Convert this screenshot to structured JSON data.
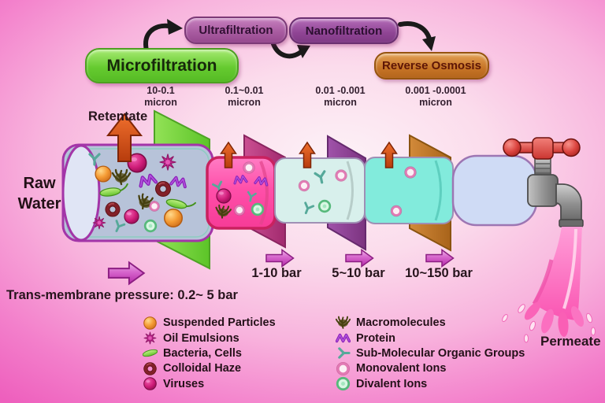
{
  "stages": [
    {
      "name": "Microfiltration",
      "pore_size": "10-0.1",
      "pore_unit": "micron"
    },
    {
      "name": "Ultrafiltration",
      "pore_size": "0.1~0.01",
      "pore_unit": "micron"
    },
    {
      "name": "Nanofiltration",
      "pore_size": "0.01 -0.001",
      "pore_unit": "micron"
    },
    {
      "name": "Reverse Osmosis",
      "pore_size": "0.001 -0.0001",
      "pore_unit": "micron"
    }
  ],
  "flow": {
    "retentate": "Retentate",
    "raw_water": [
      "Raw",
      "Water"
    ],
    "permeate": "Permeate"
  },
  "pressures": {
    "trans_membrane": "Trans-membrane pressure: 0.2~ 5 bar",
    "values": [
      "1-10 bar",
      "5~10 bar",
      "10~150 bar"
    ]
  },
  "legend": {
    "left": [
      {
        "icon": "suspended-particle",
        "label": "Suspended Particles"
      },
      {
        "icon": "oil-emulsion",
        "label": "Oil Emulsions"
      },
      {
        "icon": "bacteria-cell",
        "label": "Bacteria, Cells"
      },
      {
        "icon": "colloidal-haze",
        "label": "Colloidal Haze"
      },
      {
        "icon": "virus",
        "label": "Viruses"
      }
    ],
    "right": [
      {
        "icon": "macromolecule",
        "label": "Macromolecules"
      },
      {
        "icon": "protein",
        "label": "Protein"
      },
      {
        "icon": "sub-molecular-organic-group",
        "label": "Sub-Molecular Organic Groups"
      },
      {
        "icon": "monovalent-ion",
        "label": "Monovalent Ions"
      },
      {
        "icon": "divalent-ion",
        "label": "Divalent Ions"
      }
    ]
  },
  "colors": {
    "background_pink": "#ee5fbd",
    "microfiltration_green": "#66cb30",
    "ultrafiltration_purple": "#a75a9f",
    "nanofiltration_purple": "#8f4494",
    "reverse_osmosis_orange": "#c67426",
    "membrane_green": "#6ecc35",
    "membrane_magenta": "#b13a80",
    "membrane_purple": "#8f4092",
    "membrane_orange": "#c07426",
    "raw_water_fill": "#b7c3d9",
    "pink_segment_fill": "#ff4fa9",
    "permeate_fill": "#cfdbf5",
    "water_pink": "#ff6fc0",
    "up_arrow_red": "#d9531d",
    "flow_arrow_magenta": "#c53fb5"
  }
}
